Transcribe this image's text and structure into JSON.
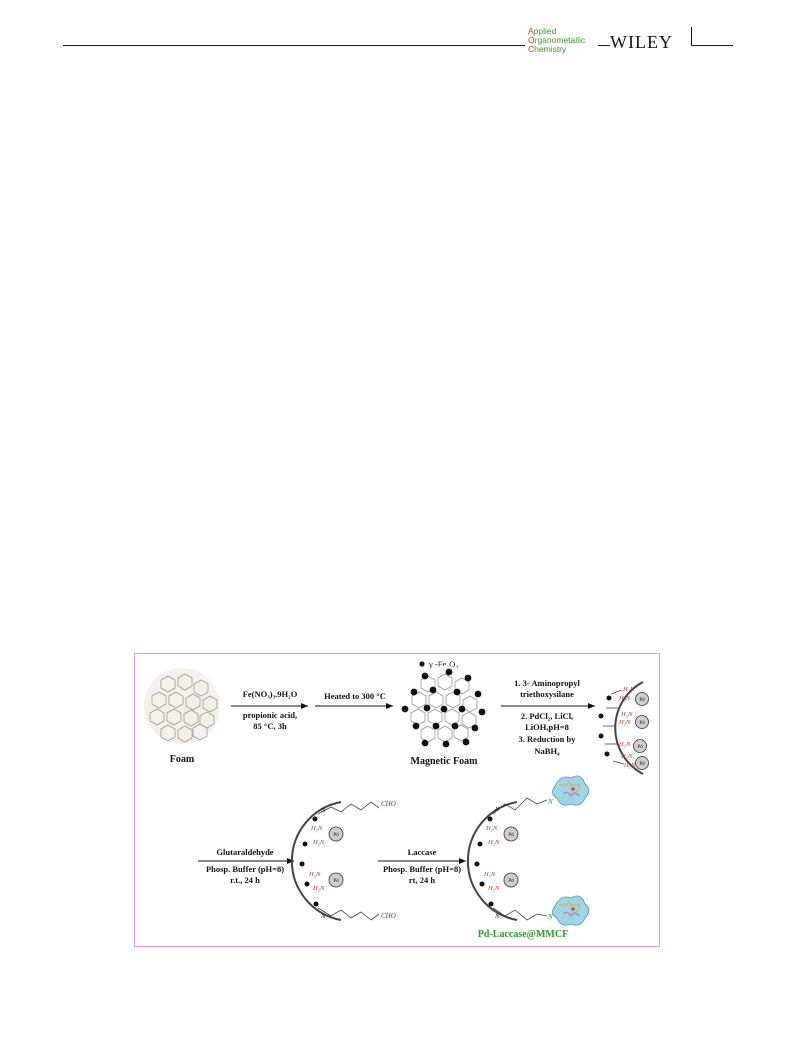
{
  "header": {
    "journal_line1_cap": "A",
    "journal_line1_rest": "pplied",
    "journal_line2_cap": "O",
    "journal_line2_rest": "rganometallic",
    "journal_line3_cap": "C",
    "journal_line3_rest": "hemistry",
    "publisher": "WILEY"
  },
  "scheme": {
    "legend_fe2o3": "γ -Fe₂O₃",
    "foam_label": "Foam",
    "step1_line1": "Fe(NO₃)₃.9H₂O",
    "step1_line2": "propionic acid,",
    "step1_line3": "85 °C, 3h",
    "step2_line1": "Heated to 300 °C",
    "magnetic_foam_label": "Magnetic Foam",
    "step3_line1": "1. 3- Aminopropyl",
    "step3_line2": "triethoxysilane",
    "step3_line3": "2. PdCl₂, LiCl,",
    "step3_line4": "LiOH,pH=8",
    "step3_line5": "3. Reduction by",
    "step3_line6": "NaBH₄",
    "step4_line1": "Glutaraldehyde",
    "step4_line2": "Phosp. Buffer (pH=8)",
    "step4_line3": "r.t., 24 h",
    "step5_line1": "Laccase",
    "step5_line2": "Phosp. Buffer (pH=8)",
    "step5_line3": "rt, 24 h",
    "product_label": "Pd-Laccase@MMCF",
    "amine": "H₂N",
    "pd": "Pd",
    "imine_n": "N",
    "aldehyde": "CHO",
    "colors": {
      "frame": "#e89ad6",
      "amine": "#c0392b",
      "aldehyde": "#1f3fd6",
      "product": "#2f9a2f"
    }
  }
}
